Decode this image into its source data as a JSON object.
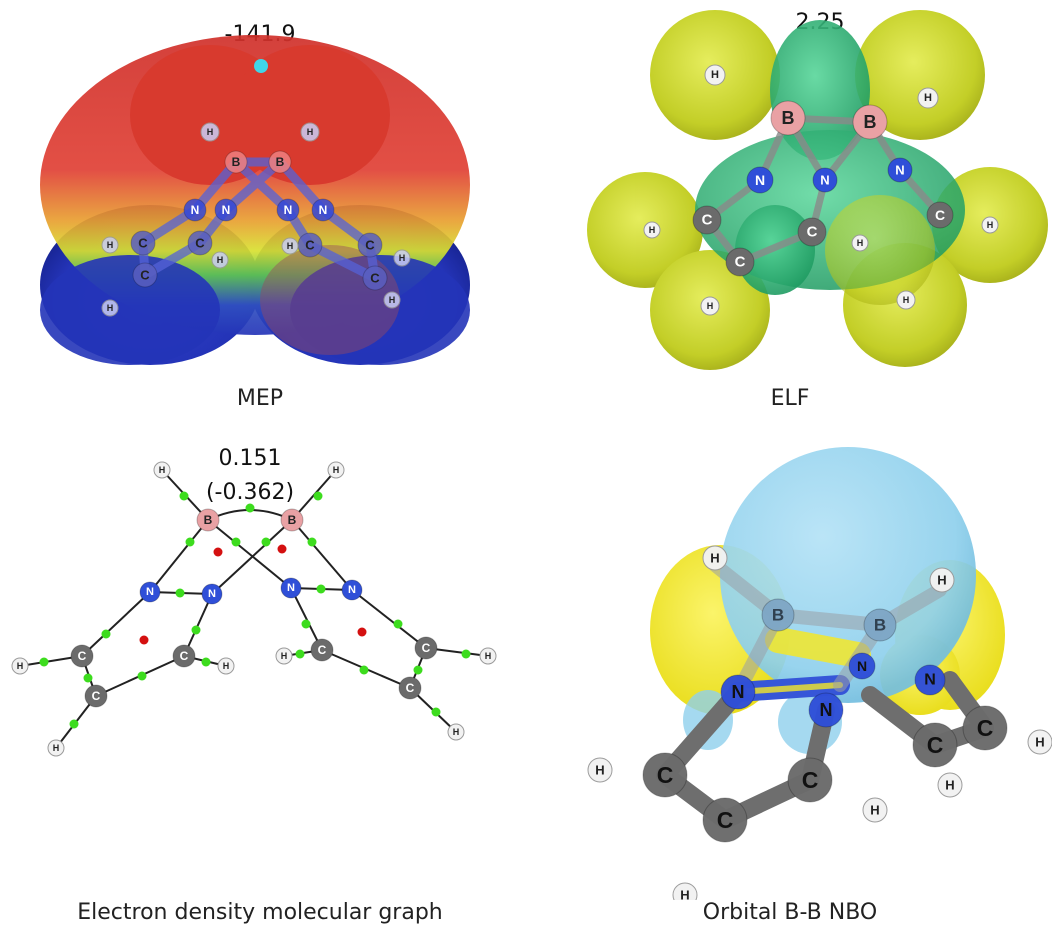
{
  "figure": {
    "mep": {
      "value": "-141.9",
      "caption": "MEP"
    },
    "elf": {
      "value": "2.25",
      "caption": "ELF"
    },
    "graph": {
      "value_main": "0.151",
      "value_sub": "(-0.362)",
      "caption": "Electron density molecular graph"
    },
    "nbo": {
      "caption": "Orbital B-B NBO"
    }
  },
  "atom_labels": {
    "boron": "B",
    "nitrogen": "N",
    "carbon": "C",
    "hydrogen": "H"
  },
  "colors": {
    "boron": "#e9a1a4",
    "nitrogen": "#2f4fd8",
    "carbon": "#6b6b6b",
    "hydrogen": "#f2f2f2",
    "mep_negative": "#d83a2e",
    "mep_positive": "#2434b8",
    "elf_lobe": "#c8d320",
    "elf_core": "#2fb77a",
    "nbo_bonding": "#8fd0ec",
    "nbo_antibonding": "#f4e829",
    "bcp": "#3ddc1e",
    "rcp": "#d41010"
  }
}
